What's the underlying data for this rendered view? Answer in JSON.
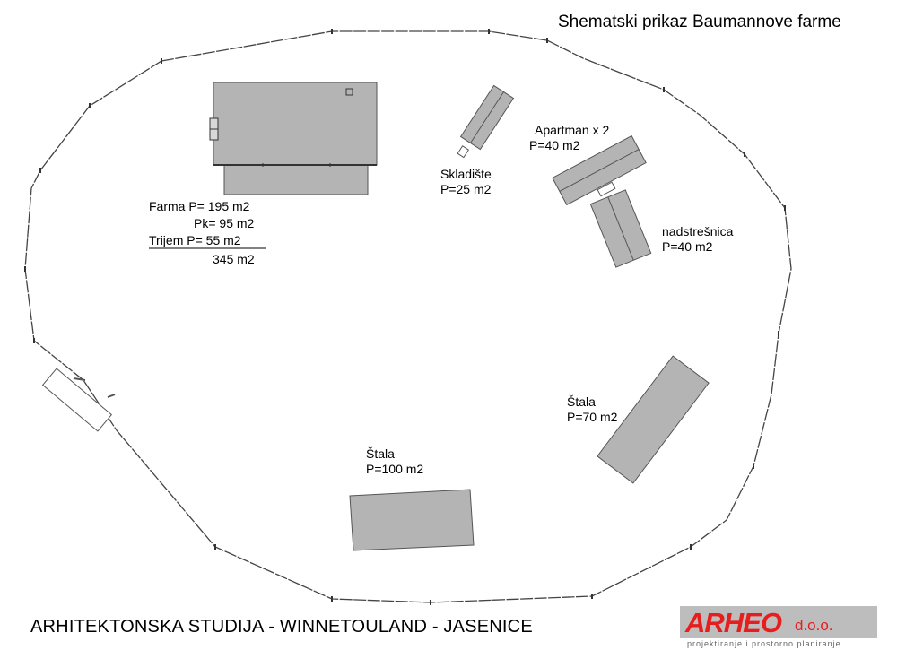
{
  "title": "Shematski prikaz Baumannove farme",
  "footer": "ARHITEKTONSKA STUDIJA - WINNETOULAND - JASENICE",
  "colors": {
    "building_fill": "#b4b4b4",
    "building_stroke": "#555555",
    "fence": "#444444",
    "brand_red": "#e81e1e",
    "logo_bar": "#bdbdbd"
  },
  "farma": {
    "line1": "Farma P=  195 m2",
    "line2": "Pk=  95 m2",
    "line3": "Trijem P=    55 m2",
    "total": "345 m2"
  },
  "buildings": {
    "skladiste": {
      "name": "Skladište",
      "area": "P=25 m2"
    },
    "apartman": {
      "name": "Apartman x 2",
      "area": "P=40 m2"
    },
    "nadstresnica": {
      "name": "nadstrešnica",
      "area": "P=40 m2"
    },
    "stala_east": {
      "name": "Štala",
      "area": "P=70 m2"
    },
    "stala_south": {
      "name": "Štala",
      "area": "P=100 m2"
    }
  },
  "logo": {
    "mark": "ARHEO",
    "suffix": "d.o.o.",
    "tagline": "projektiranje i prostorno planiranje"
  }
}
